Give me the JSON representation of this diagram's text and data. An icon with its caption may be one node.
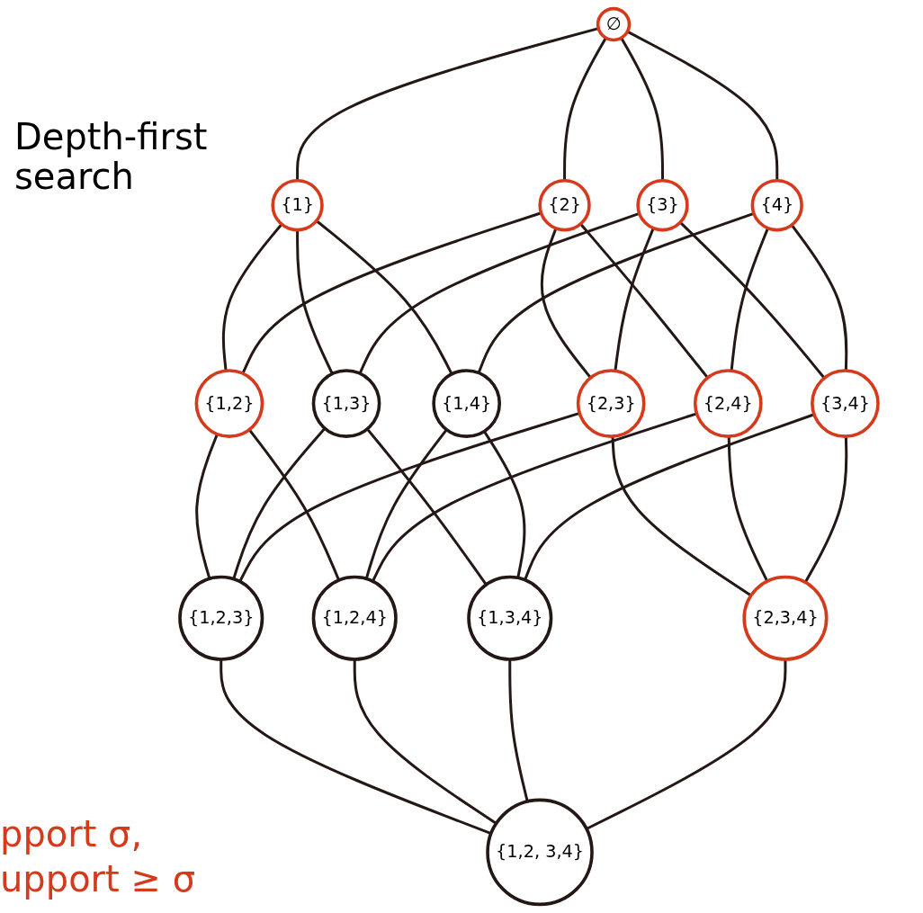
{
  "diagram": {
    "nodes": [
      {
        "text": [
          "∅"
        ]
      },
      {
        "text": [
          "{1}"
        ]
      },
      {
        "text": [
          "{2}"
        ]
      },
      {
        "text": [
          "{3}"
        ]
      },
      {
        "text": [
          "{4}"
        ]
      },
      {
        "text": [
          "{1,2}"
        ]
      },
      {
        "text": [
          "{1,3}"
        ]
      },
      {
        "text": [
          "{1,4}"
        ]
      },
      {
        "text": [
          "{2,3}"
        ]
      },
      {
        "text": [
          "{2,4}"
        ]
      },
      {
        "text": [
          "{3,4}"
        ]
      },
      {
        "text": [
          "{1,2,3}"
        ]
      },
      {
        "text": [
          "{1,2,4}"
        ]
      },
      {
        "text": [
          "{1,3,4}"
        ]
      },
      {
        "text": [
          "{2,3,4}"
        ]
      },
      {
        "text": [
          "{1,2, 3,4}"
        ]
      }
    ],
    "edges": [
      {
        "from": 0,
        "to": 1,
        "arrow": "none"
      },
      {
        "from": 0,
        "to": 2,
        "arrow": "none"
      },
      {
        "from": 0,
        "to": 3,
        "arrow": "none"
      },
      {
        "from": 0,
        "to": 4,
        "arrow": "none"
      },
      {
        "from": 1,
        "to": 5,
        "arrow": "none"
      },
      {
        "from": 1,
        "to": 6,
        "arrow": "none"
      },
      {
        "from": 1,
        "to": 7,
        "arrow": "none"
      },
      {
        "from": 2,
        "to": 5,
        "arrow": "none"
      },
      {
        "from": 2,
        "to": 8,
        "arrow": "none"
      },
      {
        "from": 2,
        "to": 9,
        "arrow": "none"
      },
      {
        "from": 3,
        "to": 6,
        "arrow": "none"
      },
      {
        "from": 3,
        "to": 8,
        "arrow": "none"
      },
      {
        "from": 3,
        "to": 10,
        "arrow": "none"
      },
      {
        "from": 4,
        "to": 7,
        "arrow": "none"
      },
      {
        "from": 4,
        "to": 9,
        "arrow": "none"
      },
      {
        "from": 4,
        "to": 10,
        "arrow": "none"
      },
      {
        "from": 5,
        "to": 11,
        "arrow": "none"
      },
      {
        "from": 5,
        "to": 12,
        "arrow": "none"
      },
      {
        "from": 6,
        "to": 11,
        "arrow": "none"
      },
      {
        "from": 6,
        "to": 13,
        "arrow": "none"
      },
      {
        "from": 7,
        "to": 12,
        "arrow": "none"
      },
      {
        "from": 7,
        "to": 13,
        "arrow": "none"
      },
      {
        "from": 8,
        "to": 11,
        "arrow": "none"
      },
      {
        "from": 8,
        "to": 14,
        "arrow": "none"
      },
      {
        "from": 9,
        "to": 12,
        "arrow": "none"
      },
      {
        "from": 9,
        "to": 14,
        "arrow": "none"
      },
      {
        "from": 10,
        "to": 13,
        "arrow": "none"
      },
      {
        "from": 10,
        "to": 14,
        "arrow": "none"
      },
      {
        "from": 11,
        "to": 15,
        "arrow": "none"
      },
      {
        "from": 12,
        "to": 15,
        "arrow": "none"
      },
      {
        "from": 13,
        "to": 15,
        "arrow": "none"
      },
      {
        "from": 14,
        "to": 15,
        "arrow": "none"
      }
    ],
    "labels": [
      "Depth-first search",
      "pport σ,",
      "upport ≥ σ"
    ]
  }
}
